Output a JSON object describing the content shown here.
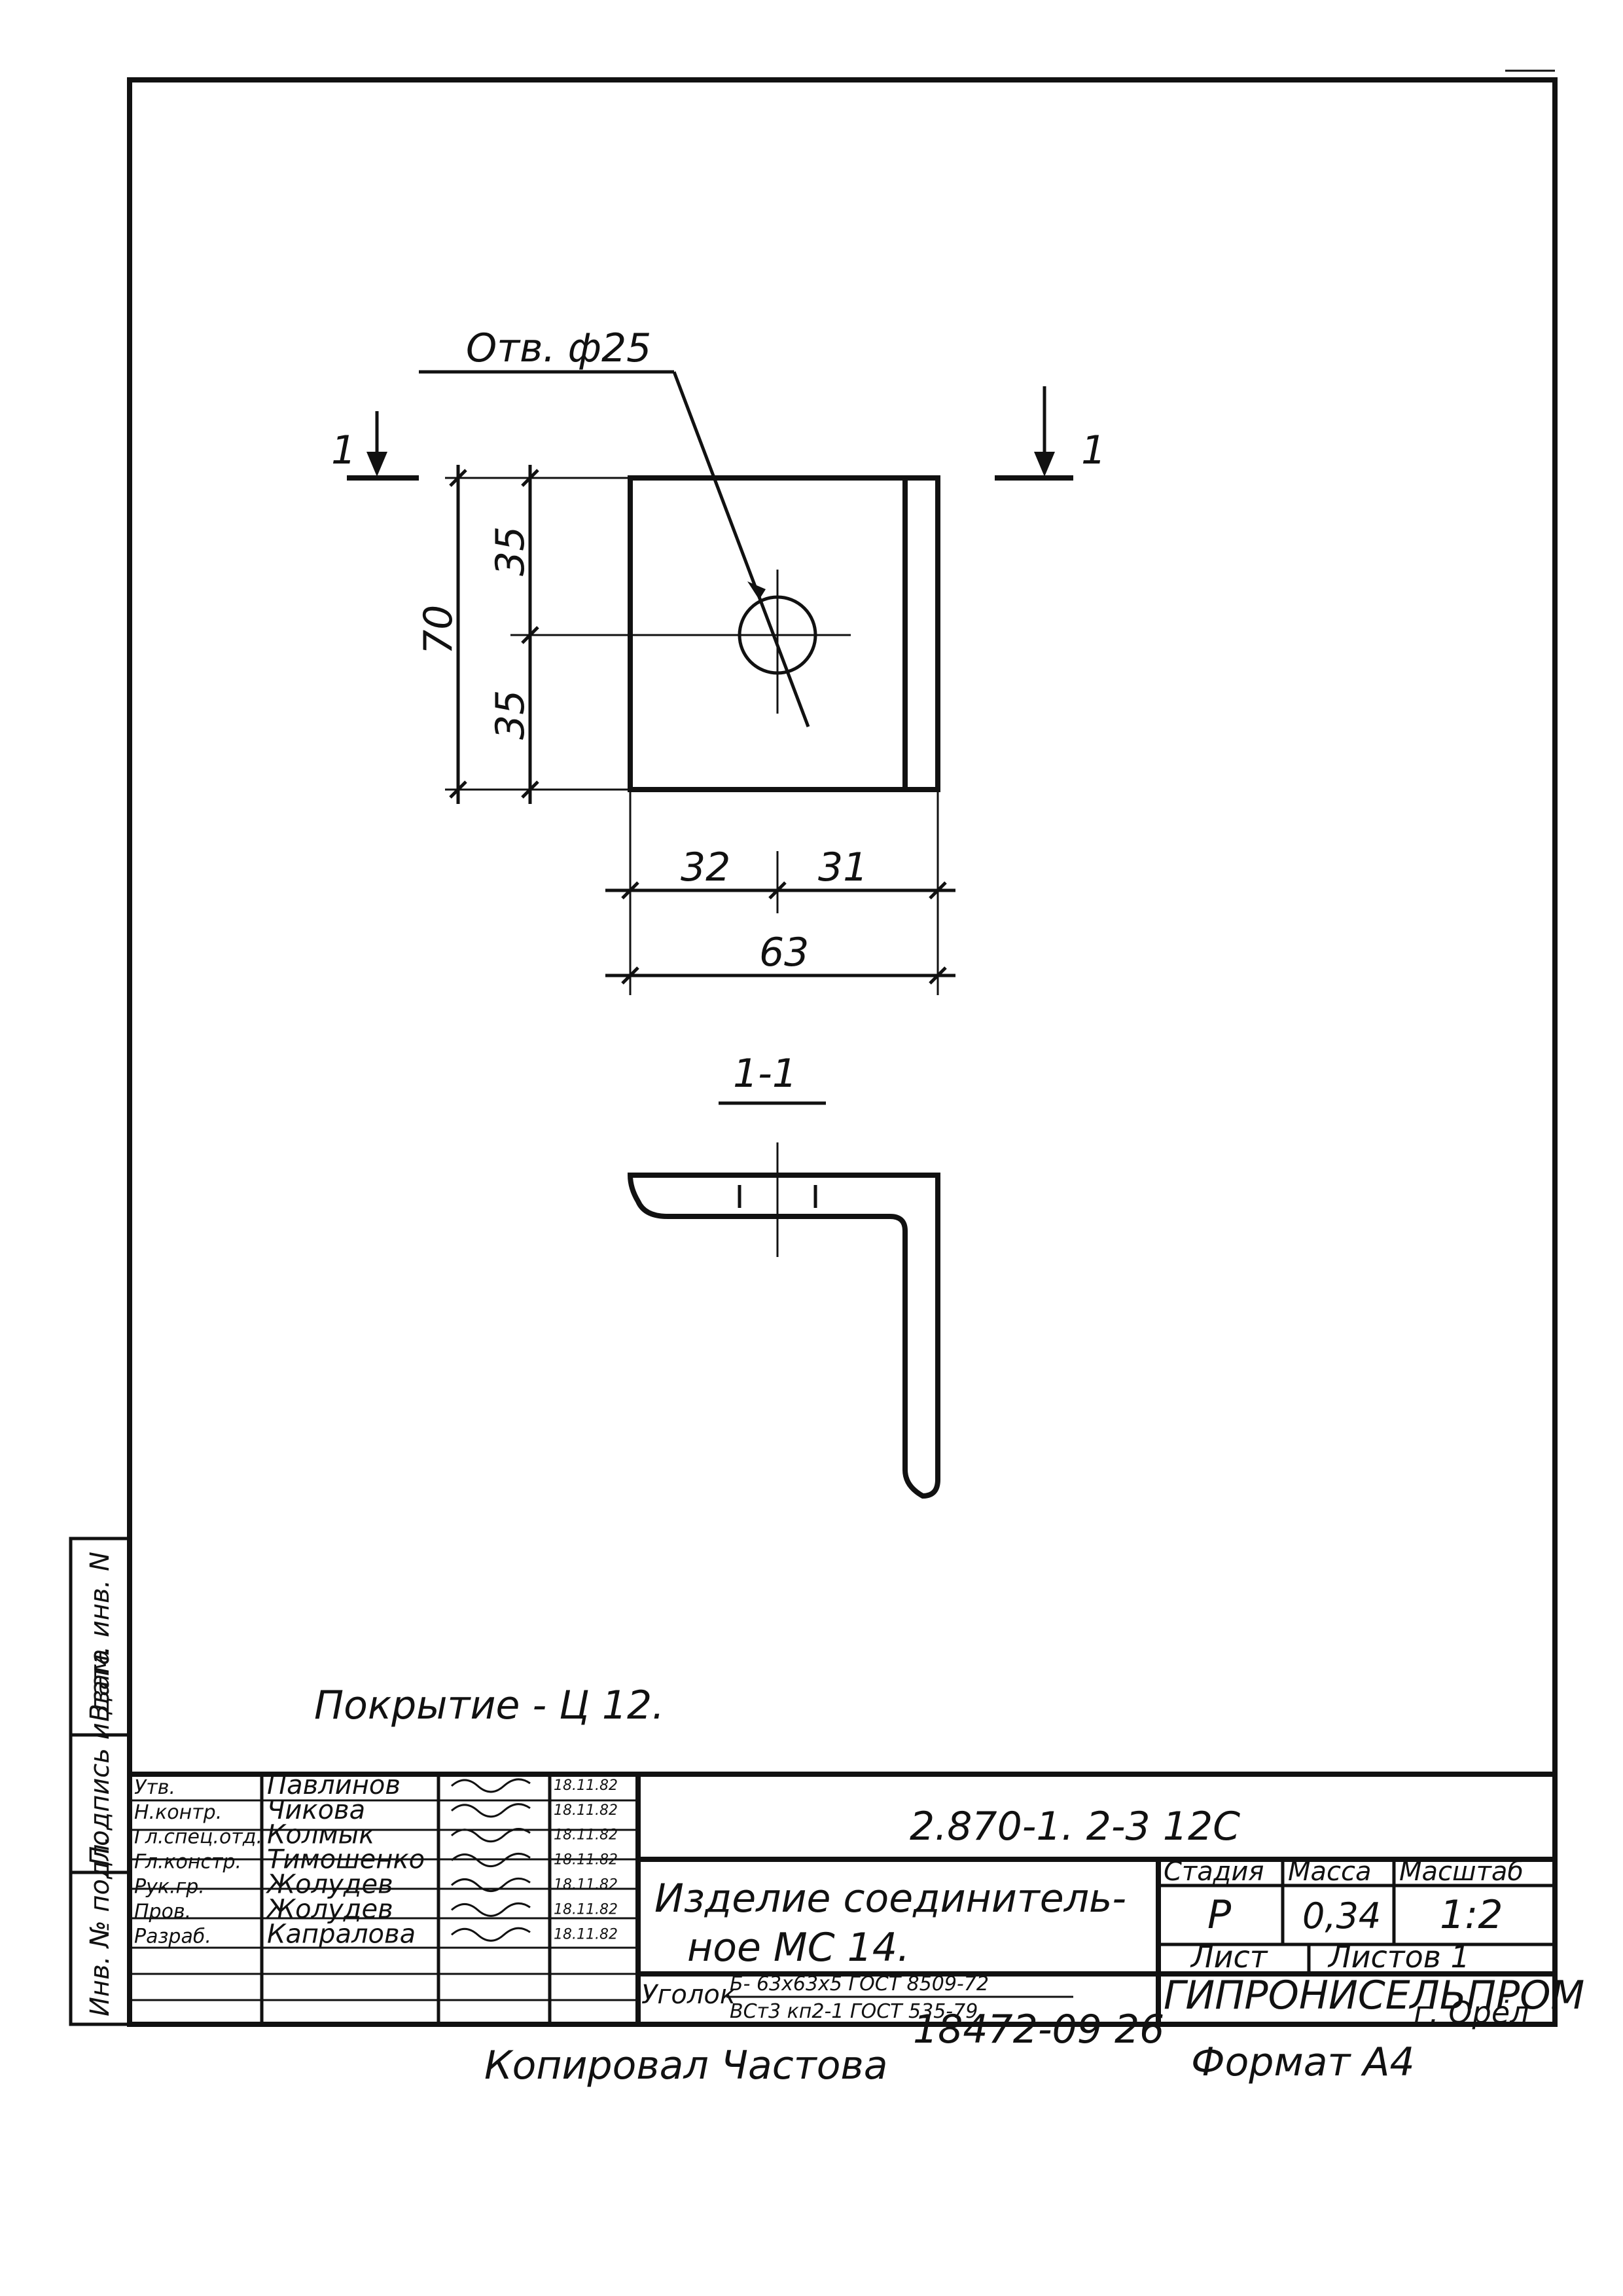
{
  "drawing": {
    "hole_callout": "Отв. ф25",
    "section_mark": "1",
    "section_title": "1-1",
    "dims": {
      "total_height": "70",
      "upper_half": "35",
      "lower_half": "35",
      "left_part": "32",
      "right_part": "31",
      "total_width": "63"
    },
    "coating_note": "Покрытие - Ц 12."
  },
  "side_stamp": {
    "inv_orig": "Инв. № подл.",
    "sign_date": "Подпись и дата",
    "replace_inv": "Взам. инв. N"
  },
  "title_block": {
    "people": [
      {
        "role": "Утв.",
        "name": "Павлинов",
        "date": "18.11.82"
      },
      {
        "role": "Н.контр.",
        "name": "Чикова",
        "date": "18.11.82"
      },
      {
        "role": "Гл.спец.отд.",
        "name": "Колмык",
        "date": "18.11.82"
      },
      {
        "role": "Гл.констр.",
        "name": "Тимошенко",
        "date": "18.11.82"
      },
      {
        "role": "Рук.гр.",
        "name": "Жолудев",
        "date": "18.11.82"
      },
      {
        "role": "Пров.",
        "name": "Жолудев",
        "date": "18.11.82"
      },
      {
        "role": "Разраб.",
        "name": "Капралова",
        "date": "18.11.82"
      }
    ],
    "doc_code": "2.870-1. 2-3   12С",
    "product_line1": "Изделие   соединитель-",
    "product_line2": "ное   МС 14.",
    "stage_label": "Стадия",
    "mass_label": "Масса",
    "scale_label": "Масштаб",
    "stage_value": "Р",
    "mass_value": "0,34",
    "scale_value": "1:2",
    "sheet_label": "Лист",
    "sheets_label": "Листов 1",
    "material_prefix": "Уголок",
    "material_top": "Б- 63х63х5 ГОСТ 8509-72",
    "material_bottom": "ВСт3 кп2-1 ГОСТ 535-79",
    "org_name": "ГИПРОНИСЕЛЬПРОМ",
    "org_city": "г. Орёл"
  },
  "footer": {
    "copied": "Копировал   Частова",
    "number": "18472-09   26",
    "format": "Формат А4"
  }
}
